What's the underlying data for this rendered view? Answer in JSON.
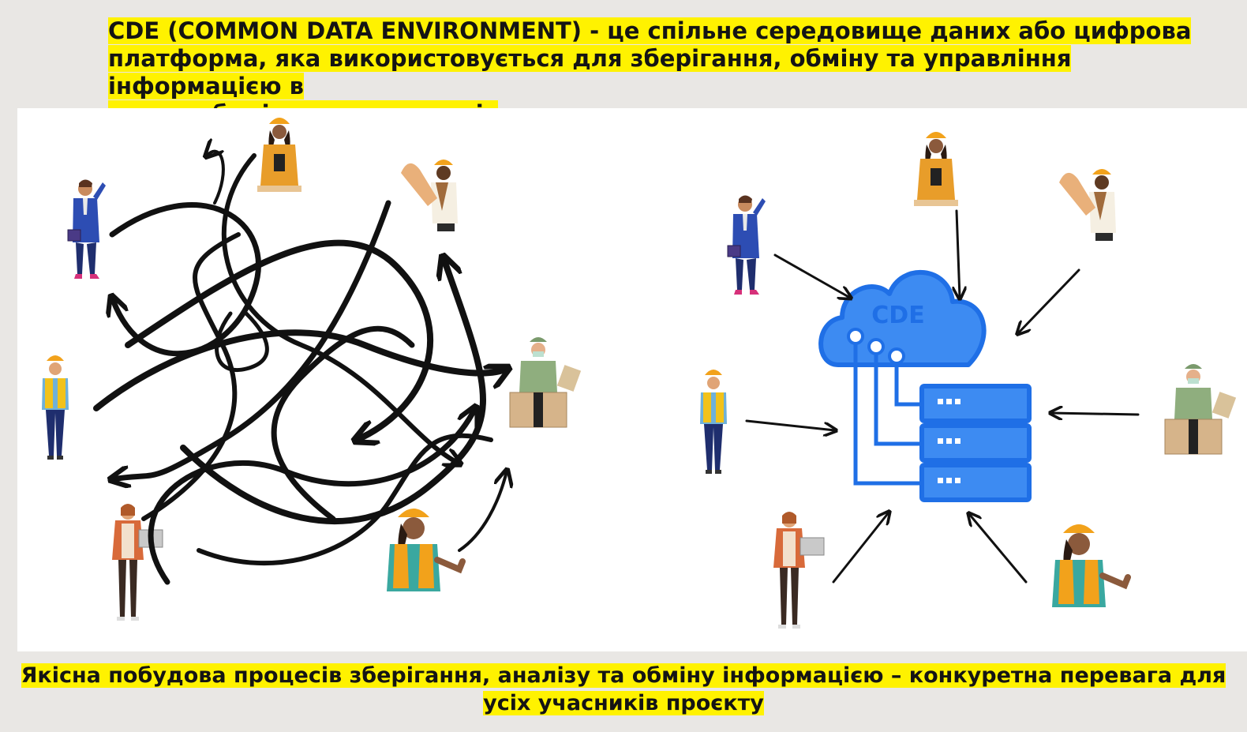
{
  "header": {
    "text_line1": "CDE (COMMON DATA ENVIRONMENT) - це спільне середовище даних або цифрова",
    "text_line2": "платформа, яка використовується для зберігання, обміну та управління інформацією в",
    "text_line3": "рамках будівельних проєктів"
  },
  "diagram": {
    "cloud_label": "CDE",
    "accent_color": "#1f6fe6",
    "cloud_fill": "#3d8bf2",
    "chaos_side": "left",
    "organized_side": "right"
  },
  "footer": {
    "text_line1": "Якісна побудова процесів зберігання, аналізу та обміну інформацією – конкуретна перевага для",
    "text_line2": "усіх учасників проєкту"
  }
}
